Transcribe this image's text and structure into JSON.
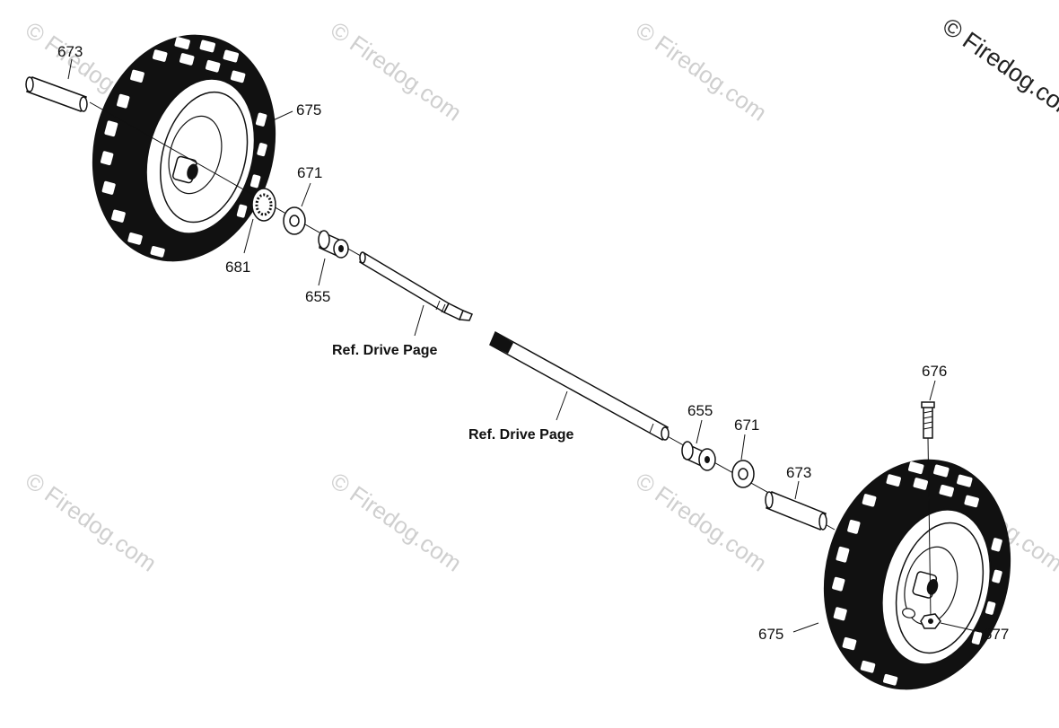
{
  "watermark": {
    "corner_text": "© Firedog.com",
    "tile_text": "© Firedog.com"
  },
  "callouts": {
    "spacer_top": "673",
    "wheel_top": "675",
    "washer_top": "671",
    "bearing_top": "681",
    "bushing_top": "655",
    "bolt": "676",
    "bushing_bottom": "655",
    "washer_bottom": "671",
    "spacer_bottom": "673",
    "wheel_bottom": "675",
    "nut": "677"
  },
  "references": {
    "axle_left": "Ref. Drive Page",
    "axle_right": "Ref. Drive Page"
  },
  "colors": {
    "ink": "#111111",
    "paper": "#ffffff",
    "watermark": "#cfcfcf"
  }
}
